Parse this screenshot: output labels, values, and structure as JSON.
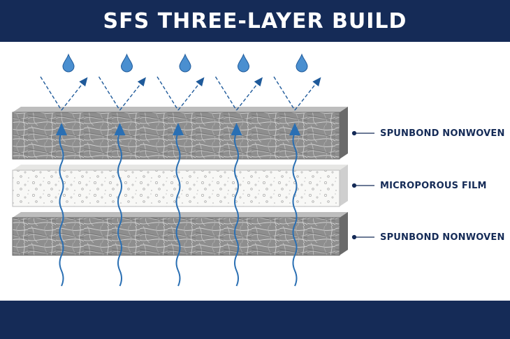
{
  "header": {
    "title": "SFS THREE-LAYER BUILD"
  },
  "layers": [
    {
      "name": "SPUNBOND NONWOVEN",
      "kind": "nonwoven"
    },
    {
      "name": "MICROPOROUS FILM",
      "kind": "film"
    },
    {
      "name": "SPUNBOND NONWOVEN",
      "kind": "nonwoven"
    }
  ],
  "colors": {
    "header_bg": "#152b57",
    "vapor_arrow": "#2a6fb3",
    "droplet": "#4a8fd0",
    "nonwoven": "#8c8c8c",
    "film": "#f7f7f5"
  },
  "droplet_count": 5,
  "vapor_arrow_count": 5,
  "icons": [
    "water-droplet-icon",
    "vapor-arrow-icon",
    "deflected-arrow-icon"
  ]
}
